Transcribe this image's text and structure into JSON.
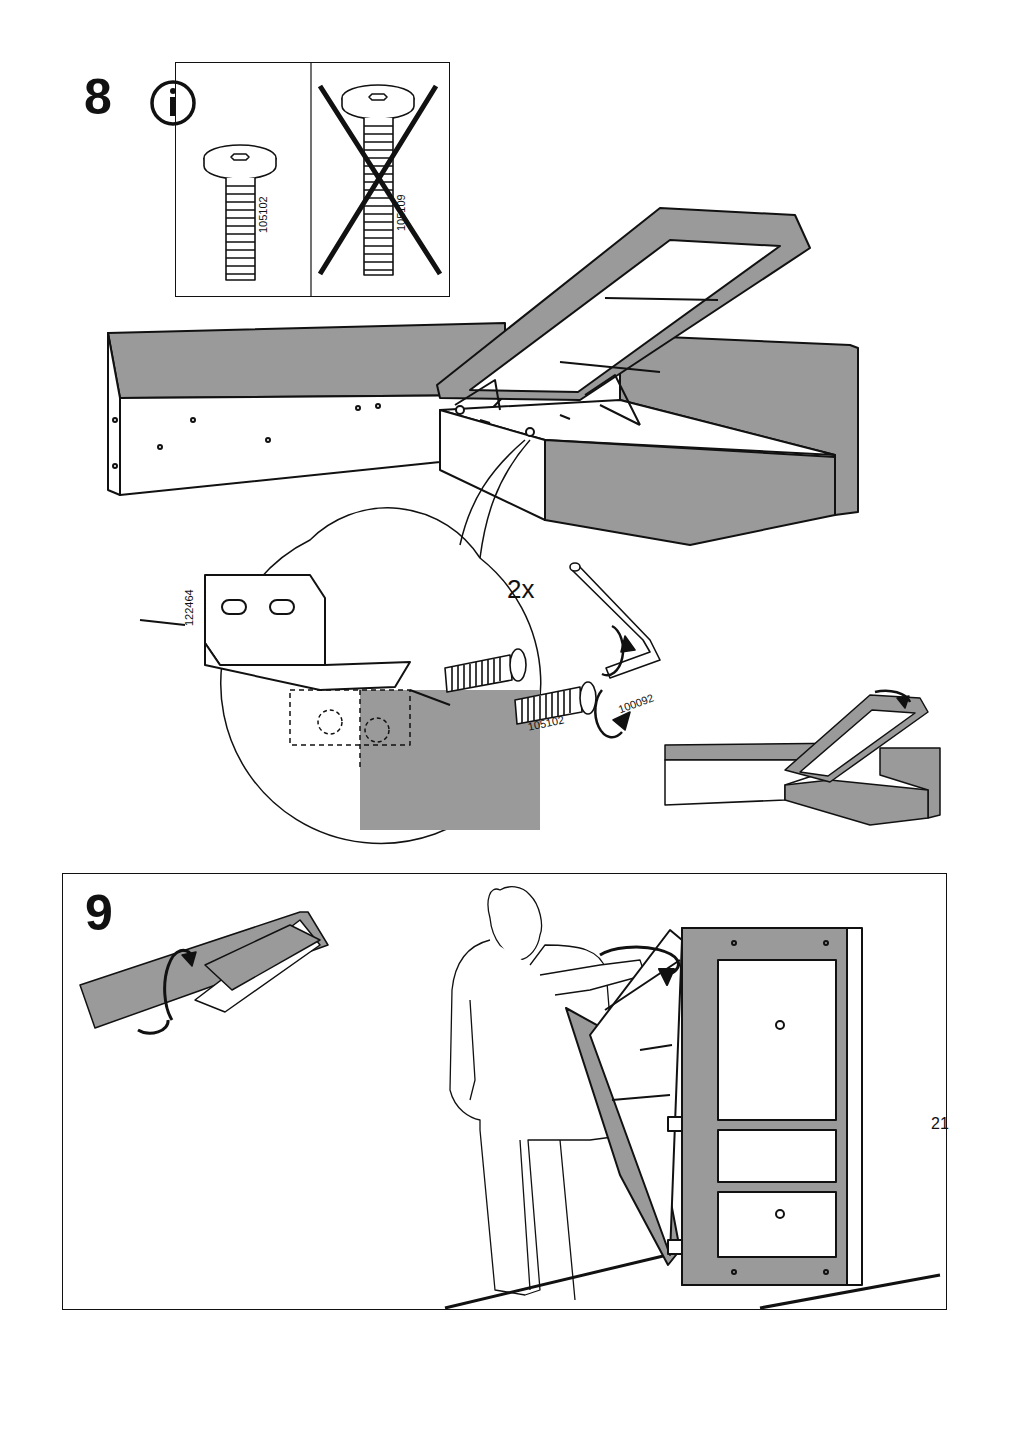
{
  "diagram": {
    "nodes": [
      {
        "text": [
          "105102",
          "105109"
        ]
      },
      {
        "text": [
          "9"
        ]
      }
    ],
    "labels": [
      "8",
      "122464",
      "2x",
      "105102",
      "100092",
      "21"
    ]
  }
}
